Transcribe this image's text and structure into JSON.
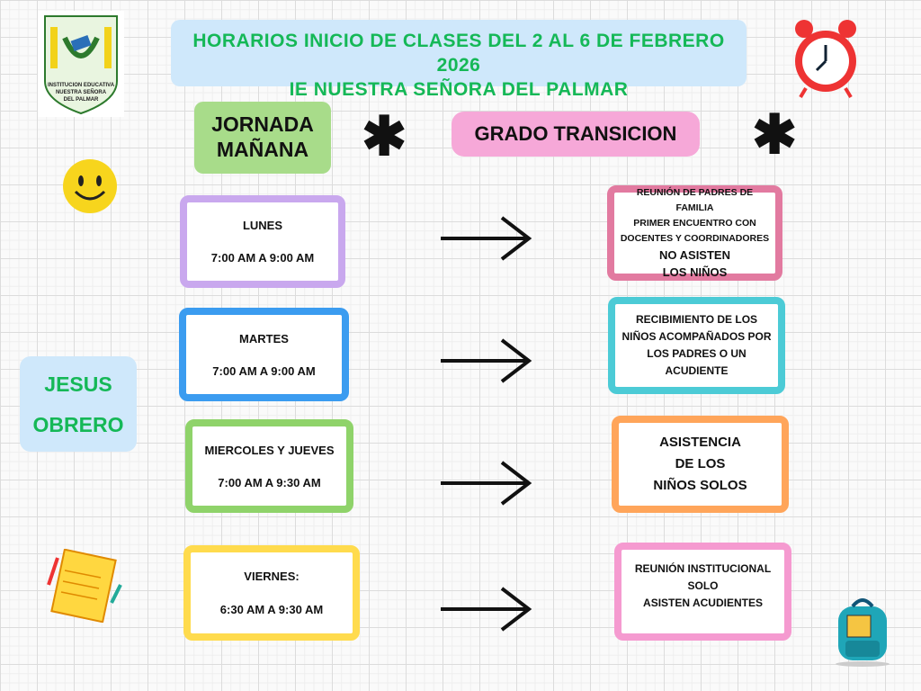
{
  "logo": {
    "text": "INSTITUCION EDUCATIVA NUESTRA SEÑORA DEL PALMAR"
  },
  "title": {
    "line1": "HORARIOS INICIO DE CLASES DEL 2 AL 6 DE FEBRERO 2026",
    "line2": "IE NUESTRA SEÑORA DEL PALMAR"
  },
  "jornada": {
    "line1": "JORNADA",
    "line2": "MAÑANA"
  },
  "grado": "GRADO TRANSICION",
  "sede": {
    "line1": "JESUS",
    "line2": "OBRERO"
  },
  "schedule": [
    {
      "day": "LUNES",
      "time": "7:00 AM  A 9:00 AM",
      "color": "#c9a8ee",
      "activity_color": "#e27aa0",
      "activity": [
        "REUNIÓN DE PADRES DE FAMILIA",
        "PRIMER ENCUENTRO CON",
        "DOCENTES Y COORDINADORES",
        "NO ASISTEN",
        "LOS NIÑOS"
      ]
    },
    {
      "day": "MARTES",
      "time": "7:00 AM A 9:00 AM",
      "color": "#3b9cf0",
      "activity_color": "#4ccbd6",
      "activity": [
        "RECIBIMIENTO DE LOS",
        "NIÑOS ACOMPAÑADOS POR",
        "LOS PADRES O UN",
        "ACUDIENTE"
      ]
    },
    {
      "day": "MIERCOLES Y JUEVES",
      "time": "7:00 AM A 9:30 AM",
      "color": "#8fd36a",
      "activity_color": "#ffa55a",
      "activity": [
        "ASISTENCIA",
        "DE LOS",
        "NIÑOS SOLOS"
      ]
    },
    {
      "day": "VIERNES:",
      "time": "6:30 AM A 9:30 AM",
      "color": "#ffdb4d",
      "activity_color": "#f59ad0",
      "activity": [
        "REUNIÓN  INSTITUCIONAL",
        "SOLO",
        "ASISTEN ACUDIENTES"
      ]
    }
  ]
}
